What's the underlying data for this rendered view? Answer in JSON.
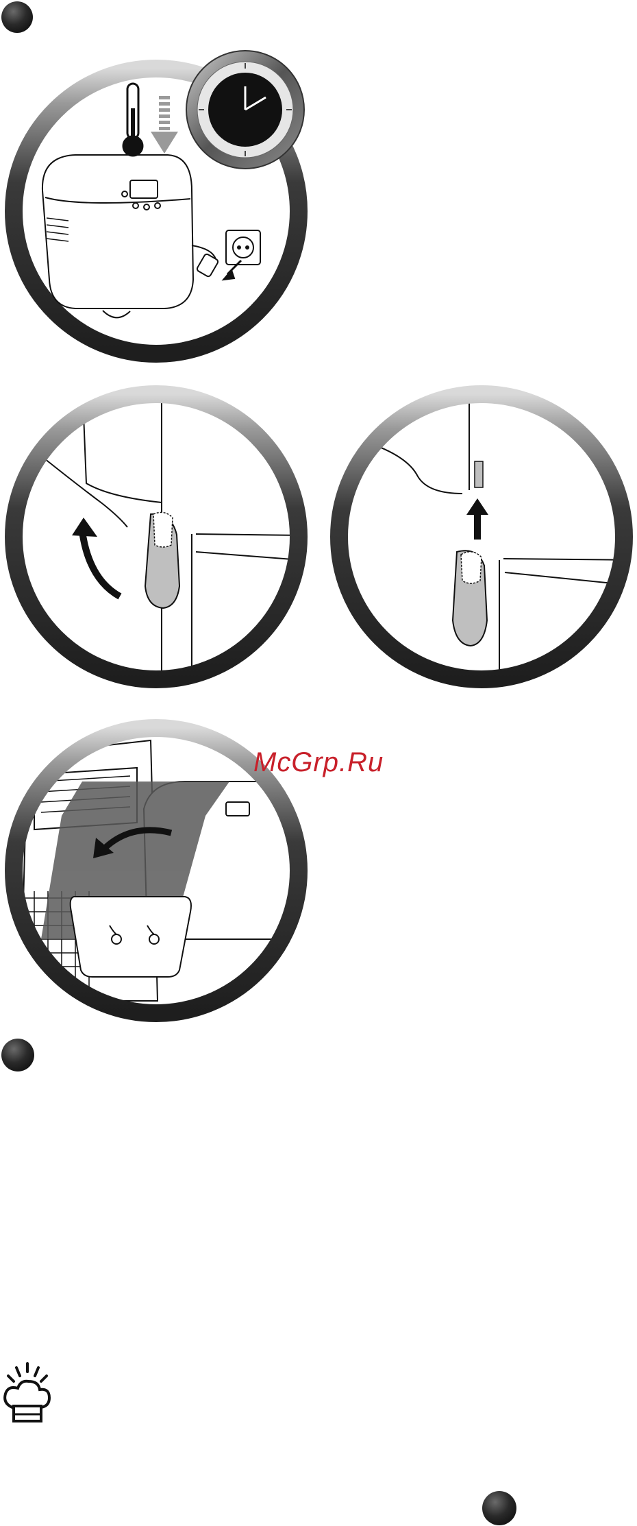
{
  "watermark": {
    "text": "McGrp.Ru"
  },
  "colors": {
    "ring_dark": "#2b2b2b",
    "ring_light": "#bdbdbd",
    "finger_fill": "#bfbfbf",
    "watermark": "#c8202a"
  },
  "illustrations": [
    {
      "name": "unplug-and-cool-down",
      "icons": [
        "thermometer-icon",
        "down-arrow-icon",
        "clock-icon",
        "bread-machine-icon",
        "wall-socket-icon",
        "plug-icon"
      ]
    },
    {
      "name": "lift-lid-finger",
      "icons": [
        "finger-icon",
        "curved-arrow-icon"
      ]
    },
    {
      "name": "push-release-finger",
      "icons": [
        "finger-icon",
        "up-arrow-icon"
      ]
    },
    {
      "name": "dishwasher-pan",
      "icons": [
        "dishwasher-rack-icon",
        "bread-pan-icon",
        "bread-machine-icon",
        "curved-arrow-icon"
      ]
    }
  ],
  "tip_icon": "chef-hat-tip-icon"
}
